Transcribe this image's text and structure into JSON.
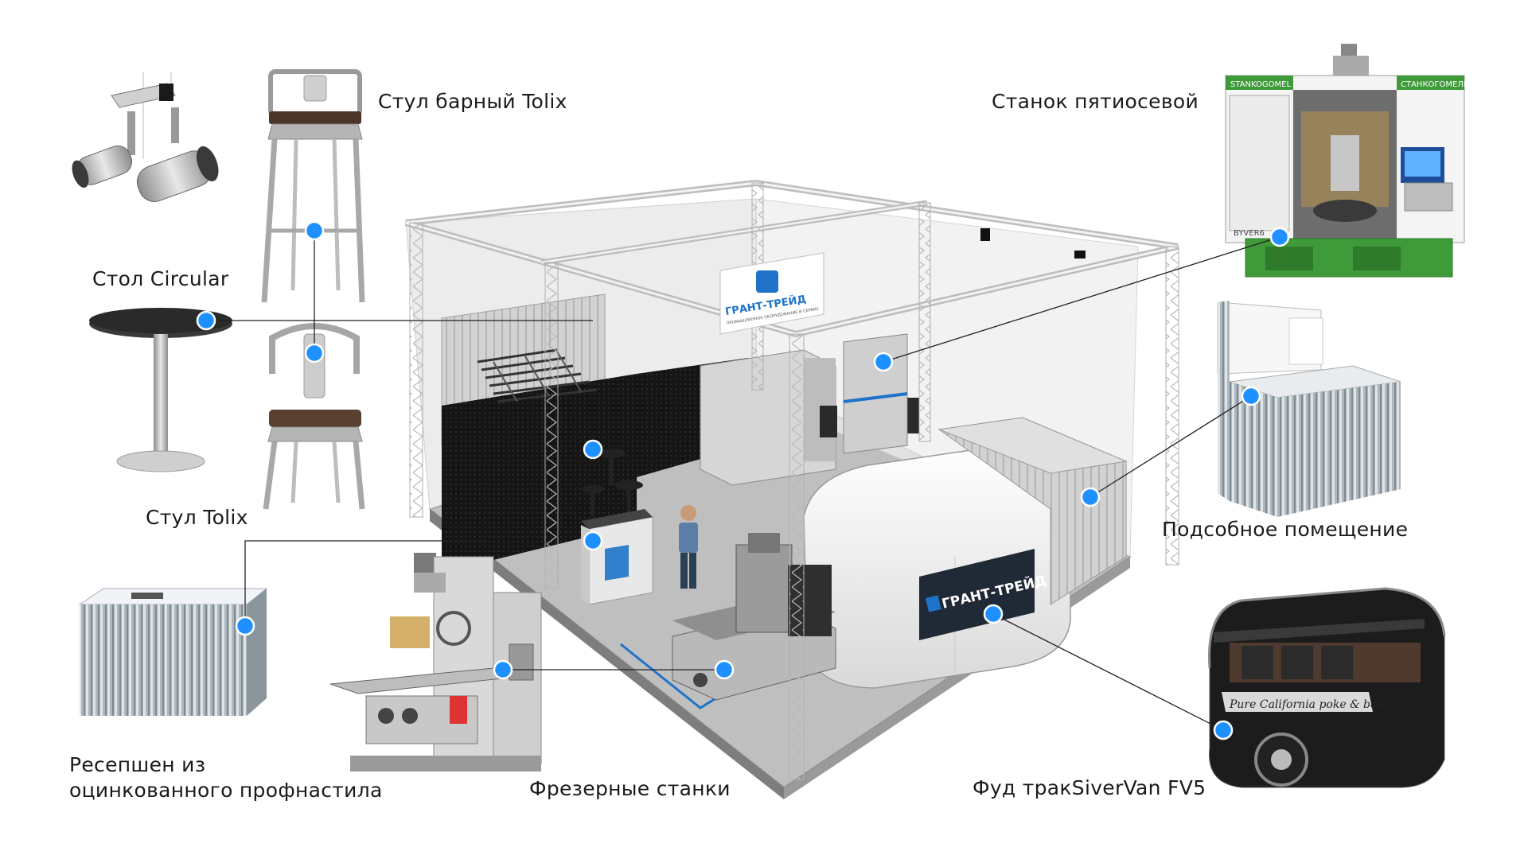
{
  "colors": {
    "marker": "#1e90ff",
    "brand_blue": "#1e73c8",
    "truss": "#d8d8d8",
    "machine_green": "#3f9b3a",
    "black_wall": "#1a1a1a"
  },
  "labels": {
    "bar_stool": "Стул барный Tolix",
    "table": "Стол Circular",
    "chair": "Стул Tolix",
    "reception_line1": "Ресепшен из",
    "reception_line2": "оцинкованного профнастила",
    "milling": "Фрезерные станки",
    "five_axis": "Станок пятиосевой",
    "utility_room": "Подсобное помещение",
    "food_truck": "Фуд тракSiverVan FV5"
  },
  "signs": {
    "brand_top": "ГРАНТ-ТРЕЙД",
    "brand_top_sub": "ПРОМЫШЛЕННОЕ ОБОРУДОВАНИЕ И СЕРВИС",
    "brand_machine": "ГРАНТ-ТРЕЙД",
    "machine_left_panel": "STANKOGOMEL",
    "machine_right_panel": "СТАНКОГОМЕЛЬ",
    "machine_model": "BYVER6",
    "truck_text": "Pure California poke & bowls"
  }
}
